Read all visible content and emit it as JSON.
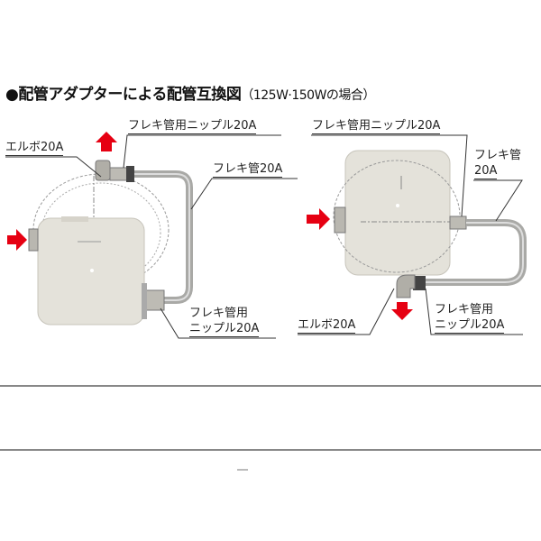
{
  "title": {
    "bullet": "●",
    "main": "配管アダプターによる配管互換図",
    "sub": "（125W·150Wの場合）"
  },
  "left_diagram": {
    "labels": {
      "elbow": "エルボ20A",
      "nipple_top": "フレキ管用ニップル20A",
      "flex_pipe": "フレキ管20A",
      "nipple_bottom_line1": "フレキ管用",
      "nipple_bottom_line2": "ニップル20A"
    },
    "arrows": [
      {
        "direction": "up",
        "color": "#e60012"
      },
      {
        "direction": "right",
        "color": "#e60012"
      }
    ]
  },
  "right_diagram": {
    "labels": {
      "nipple_top": "フレキ管用ニップル20A",
      "flex_pipe_line1": "フレキ管",
      "flex_pipe_line2": "20A",
      "elbow": "エルボ20A",
      "nipple_bottom_line1": "フレキ管用",
      "nipple_bottom_line2": "ニップル20A"
    },
    "arrows": [
      {
        "direction": "right",
        "color": "#e60012"
      },
      {
        "direction": "down",
        "color": "#e60012"
      }
    ]
  },
  "colors": {
    "arrow": "#e60012",
    "unit_body": "#e4e2da",
    "pipe": "#a9a9a6",
    "divider": "#888888"
  }
}
